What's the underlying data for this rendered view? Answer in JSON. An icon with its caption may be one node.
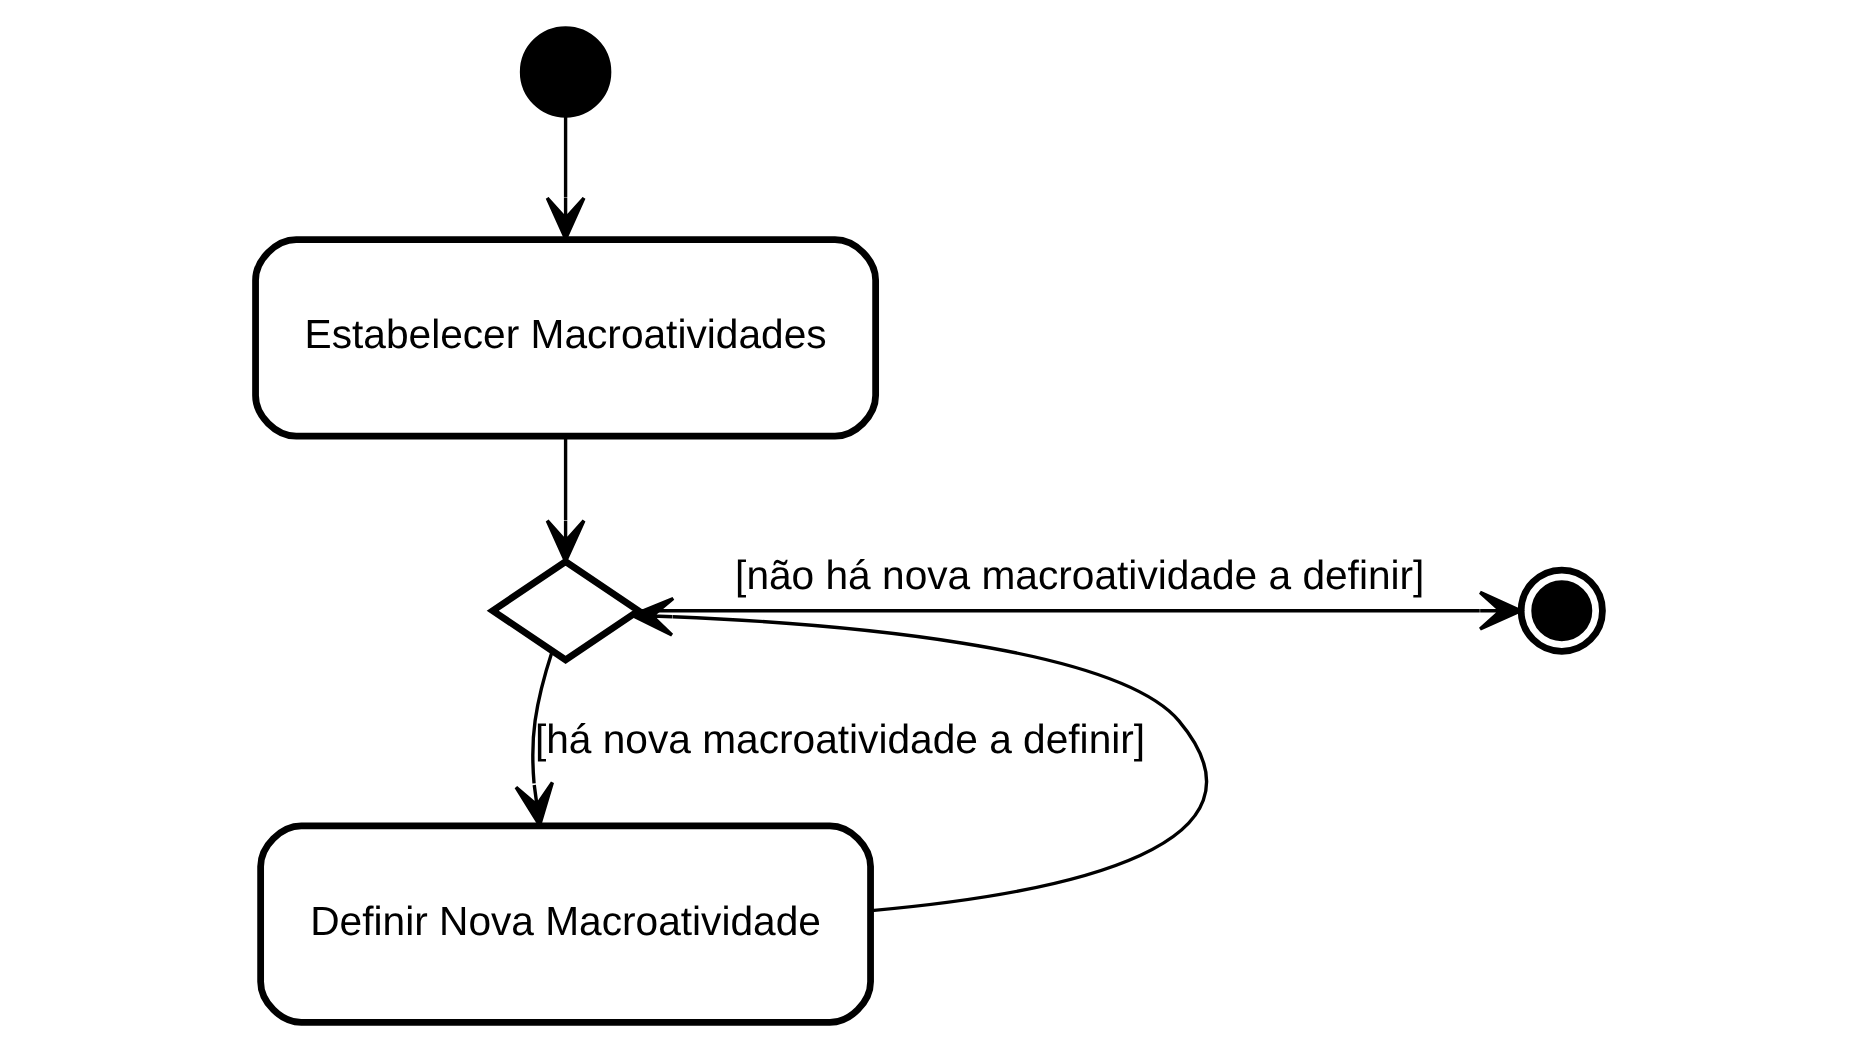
{
  "diagram": {
    "nodes": [
      {
        "text": [],
        "shape": "circle"
      },
      {
        "text": [
          "Estabelecer Macroatividades"
        ]
      },
      {
        "text": [],
        "shape": "diamond"
      },
      {
        "text": [
          "Definir Nova Macroatividade"
        ]
      },
      {
        "text": [],
        "shape": "circle"
      }
    ],
    "edges": [
      {
        "from": 0,
        "to": 1,
        "arrow": "to"
      },
      {
        "from": 1,
        "to": 2,
        "arrow": "to"
      },
      {
        "from": 2,
        "to": 4,
        "arrow": "to",
        "label": "[não há nova macroatividade a definir]"
      },
      {
        "from": 2,
        "to": 3,
        "arrow": "to",
        "label": "[há nova macroatividade a definir]"
      },
      {
        "from": 3,
        "to": 2,
        "arrow": "to"
      }
    ]
  }
}
